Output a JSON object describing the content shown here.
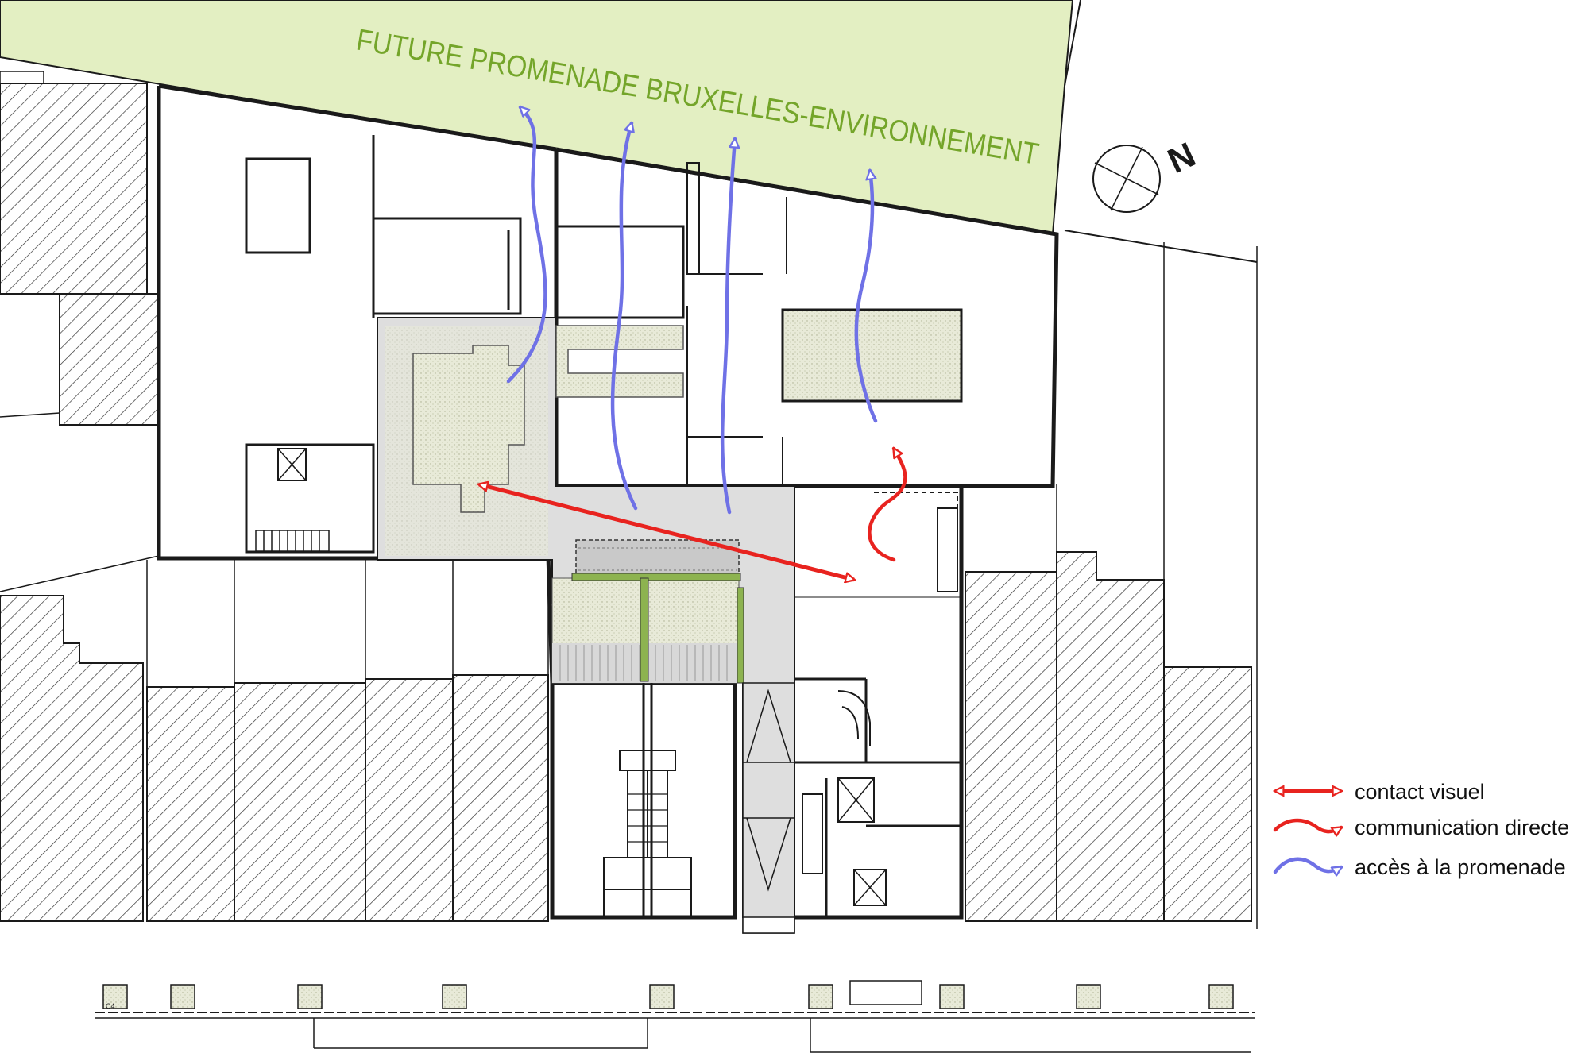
{
  "promenade": {
    "label": "FUTURE PROMENADE BRUXELLES-ENVIRONNEMENT",
    "color": "#e3efc2",
    "text_color": "#74a52a"
  },
  "compass": {
    "letter": "N"
  },
  "legend": {
    "items": [
      {
        "key": "visual",
        "label": "contact visuel",
        "color": "#e8231f"
      },
      {
        "key": "direct",
        "label": "communication directe",
        "color": "#e8231f"
      },
      {
        "key": "access",
        "label": "accès à la promenade",
        "color": "#6f71e6"
      }
    ]
  },
  "small_label": "C4",
  "colors": {
    "courtyard": "#dedede",
    "planted": "#e6e9d5",
    "green_strip": "#8db350",
    "wall": "#1a1a1a"
  }
}
